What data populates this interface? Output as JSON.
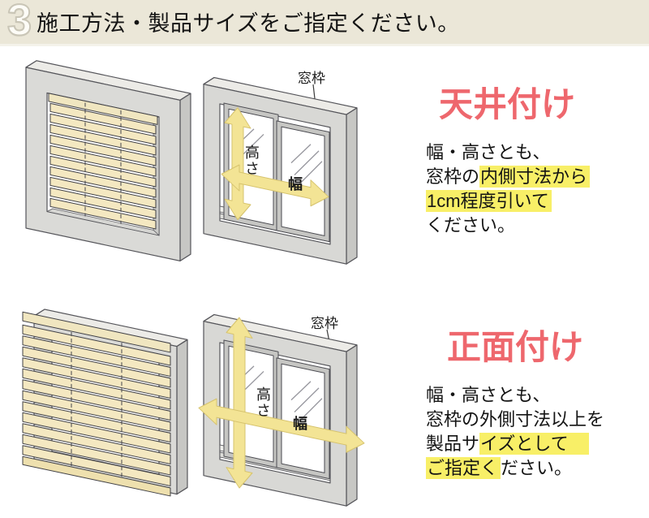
{
  "header": {
    "step_number": "3",
    "title": "施工方法・製品サイズをご指定ください。"
  },
  "colors": {
    "header_bg": "#ebe7d8",
    "accent_red": "#ee676d",
    "highlight_yellow": "#f8ef67",
    "arrow_yellow": "#f3e495",
    "slat_cream": "#f4e8c1",
    "frame_gray": "#d8d8d5"
  },
  "sections": [
    {
      "title": "天井付け",
      "labels": {
        "window_frame": "窓枠",
        "height": "高さ",
        "width": "幅"
      },
      "lines": [
        [
          {
            "t": "幅・高さとも、"
          }
        ],
        [
          {
            "t": "窓枠の"
          },
          {
            "t": "内側寸法から",
            "hl": true
          }
        ],
        [
          {
            "t": "1cm程度引いて",
            "hl": true
          }
        ],
        [
          {
            "t": "ください。"
          }
        ]
      ]
    },
    {
      "title": "正面付け",
      "labels": {
        "window_frame": "窓枠",
        "height": "高さ",
        "width": "幅"
      },
      "lines": [
        [
          {
            "t": "幅・高さとも、"
          }
        ],
        [
          {
            "t": "窓枠の外側寸法以上を"
          }
        ],
        [
          {
            "t": "製品サ"
          },
          {
            "t": "イズとして　",
            "hl": true
          }
        ],
        [
          {
            "t": "ご指定く",
            "hl": true
          },
          {
            "t": "ださい。"
          }
        ]
      ]
    }
  ]
}
